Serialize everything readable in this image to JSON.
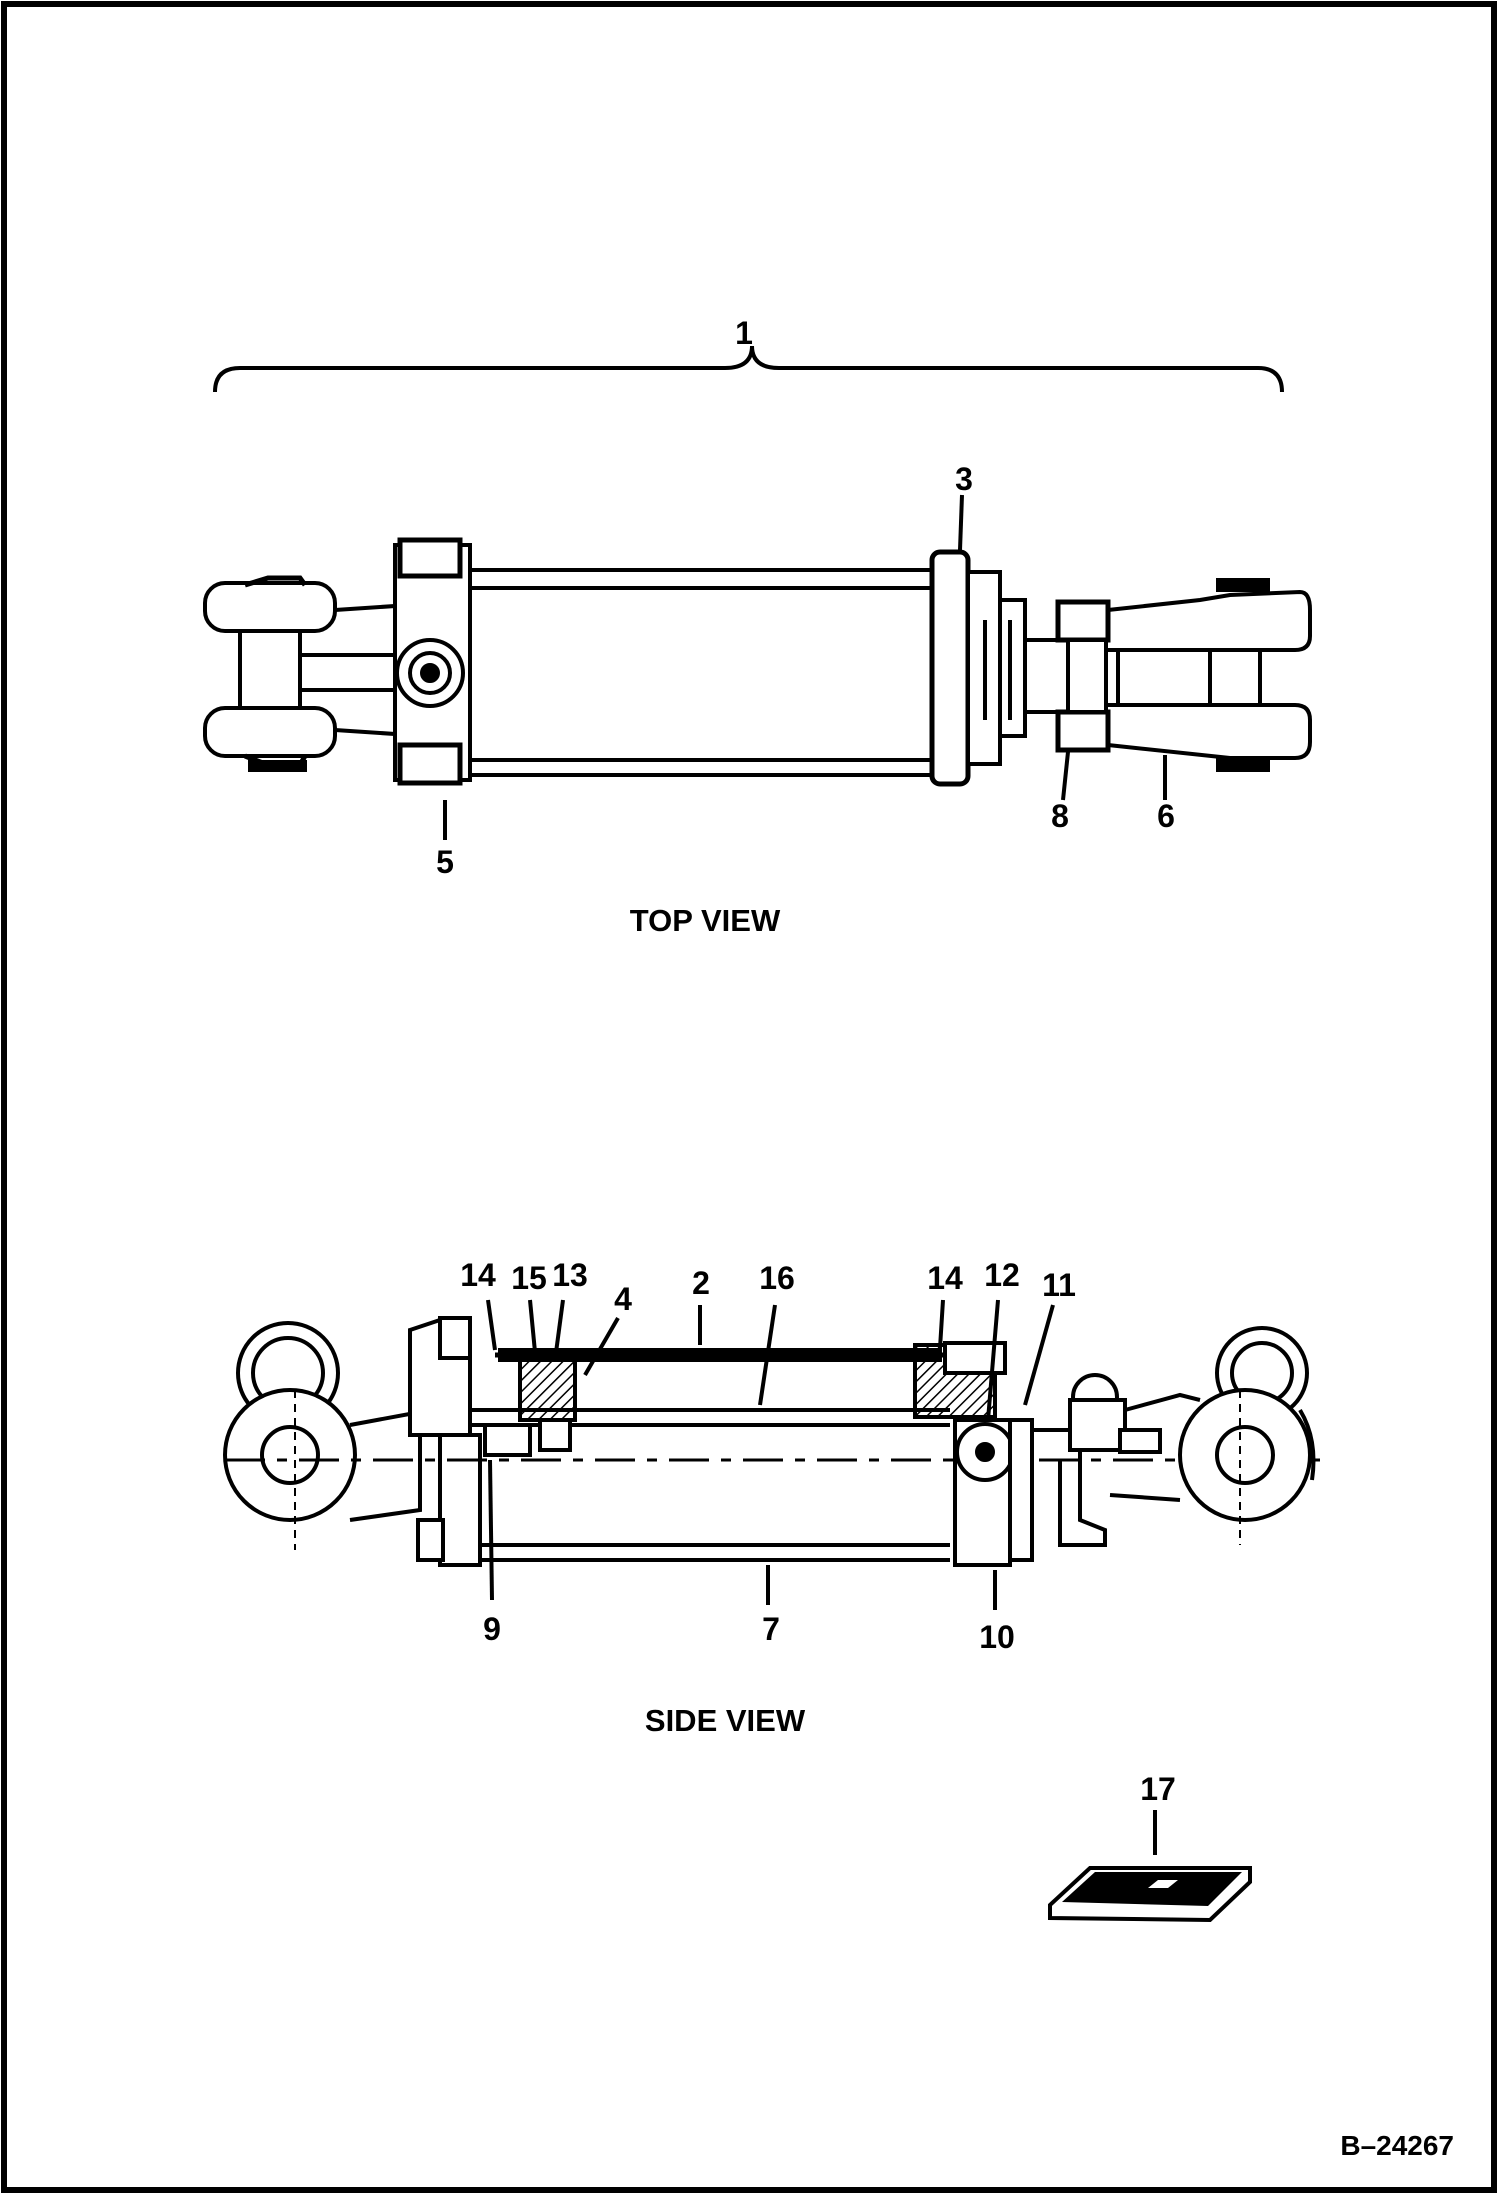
{
  "views": {
    "top": {
      "caption": "TOP VIEW"
    },
    "side": {
      "caption": "SIDE VIEW"
    }
  },
  "callouts": {
    "c1": "1",
    "c2": "2",
    "c3": "3",
    "c4": "4",
    "c5": "5",
    "c6": "6",
    "c7": "7",
    "c8": "8",
    "c9": "9",
    "c10": "10",
    "c11": "11",
    "c12": "12",
    "c13": "13",
    "c14a": "14",
    "c14b": "14",
    "c15": "15",
    "c16": "16",
    "c17": "17"
  },
  "figure_ref": "B–24267"
}
